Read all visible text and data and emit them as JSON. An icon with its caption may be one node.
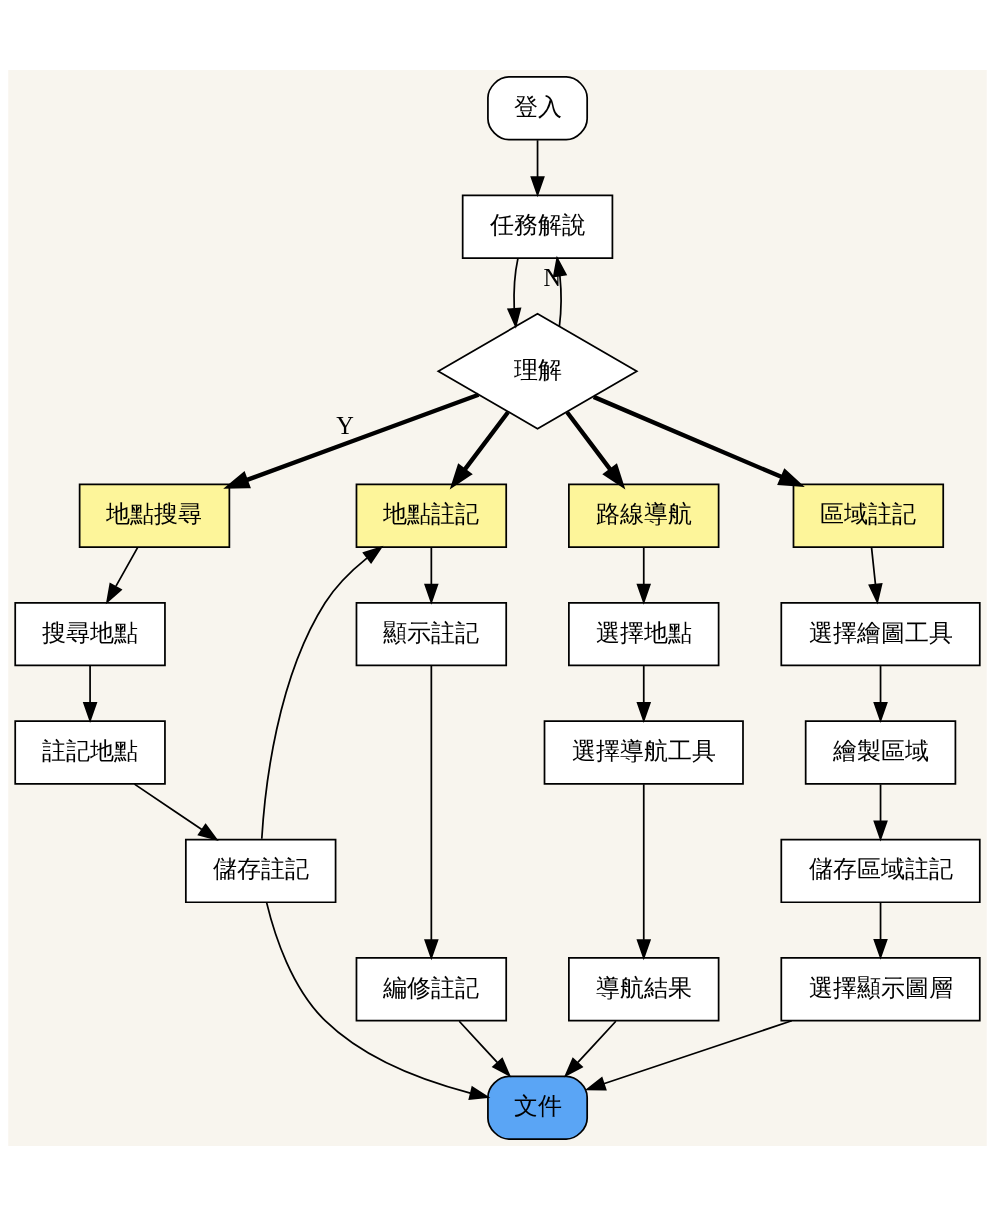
{
  "diagram": {
    "nodes": [
      {
        "text": [
          "登入"
        ]
      },
      {
        "text": [
          "任務解說"
        ]
      },
      {
        "text": [
          "理解"
        ]
      },
      {
        "text": [
          "地點搜尋"
        ]
      },
      {
        "text": [
          "地點註記"
        ]
      },
      {
        "text": [
          "路線導航"
        ]
      },
      {
        "text": [
          "區域註記"
        ]
      },
      {
        "text": [
          "搜尋地點"
        ]
      },
      {
        "text": [
          "註記地點"
        ]
      },
      {
        "text": [
          "儲存註記"
        ]
      },
      {
        "text": [
          "顯示註記"
        ]
      },
      {
        "text": [
          "編修註記"
        ]
      },
      {
        "text": [
          "選擇地點"
        ]
      },
      {
        "text": [
          "選擇導航工具"
        ]
      },
      {
        "text": [
          "導航結果"
        ]
      },
      {
        "text": [
          "選擇繪圖工具"
        ]
      },
      {
        "text": [
          "繪製區域"
        ]
      },
      {
        "text": [
          "儲存區域註記"
        ]
      },
      {
        "text": [
          "選擇顯示圖層"
        ]
      },
      {
        "text": [
          "文件"
        ]
      }
    ],
    "edges": [
      {
        "from": 0,
        "to": 1,
        "arrow": "to"
      },
      {
        "from": 1,
        "to": 2,
        "arrow": "to"
      },
      {
        "from": 2,
        "to": 1,
        "arrow": "to",
        "label": "N"
      },
      {
        "from": 2,
        "to": 3,
        "arrow": "to",
        "style": "thick",
        "label": "Y"
      },
      {
        "from": 2,
        "to": 4,
        "arrow": "to",
        "style": "thick"
      },
      {
        "from": 2,
        "to": 5,
        "arrow": "to",
        "style": "thick"
      },
      {
        "from": 2,
        "to": 6,
        "arrow": "to",
        "style": "thick"
      },
      {
        "from": 3,
        "to": 7,
        "arrow": "to"
      },
      {
        "from": 7,
        "to": 8,
        "arrow": "to"
      },
      {
        "from": 8,
        "to": 9,
        "arrow": "to"
      },
      {
        "from": 9,
        "to": 4,
        "arrow": "to"
      },
      {
        "from": 4,
        "to": 10,
        "arrow": "to"
      },
      {
        "from": 10,
        "to": 11,
        "arrow": "to"
      },
      {
        "from": 5,
        "to": 12,
        "arrow": "to"
      },
      {
        "from": 12,
        "to": 13,
        "arrow": "to"
      },
      {
        "from": 13,
        "to": 14,
        "arrow": "to"
      },
      {
        "from": 6,
        "to": 15,
        "arrow": "to"
      },
      {
        "from": 15,
        "to": 16,
        "arrow": "to"
      },
      {
        "from": 16,
        "to": 17,
        "arrow": "to"
      },
      {
        "from": 17,
        "to": 18,
        "arrow": "to"
      },
      {
        "from": 9,
        "to": 19,
        "arrow": "to"
      },
      {
        "from": 11,
        "to": 19,
        "arrow": "to"
      },
      {
        "from": 14,
        "to": 19,
        "arrow": "to"
      },
      {
        "from": 18,
        "to": 19,
        "arrow": "to"
      }
    ]
  }
}
